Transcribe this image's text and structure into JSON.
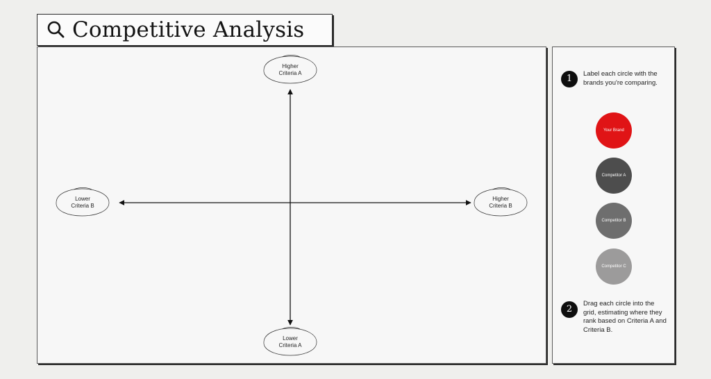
{
  "header": {
    "title": "Competitive Analysis"
  },
  "grid": {
    "top_label": {
      "line1": "Higher",
      "line2": "Criteria A"
    },
    "bottom_label": {
      "line1": "Lower",
      "line2": "Criteria A"
    },
    "left_label": {
      "line1": "Lower",
      "line2": "Criteria B"
    },
    "right_label": {
      "line1": "Higher",
      "line2": "Criteria B"
    }
  },
  "instructions": {
    "step1": {
      "number": "1",
      "text": "Label each circle with the brands you're comparing."
    },
    "step2": {
      "number": "2",
      "text": "Drag each circle into the grid, estimating where they rank based on Criteria A and Criteria B."
    }
  },
  "brands": [
    {
      "label": "Your Brand",
      "color": "#e01416"
    },
    {
      "label": "Competitor A",
      "color": "#4d4d4d"
    },
    {
      "label": "Competitor B",
      "color": "#6e6e6e"
    },
    {
      "label": "Competitor C",
      "color": "#9c9b9b"
    }
  ]
}
